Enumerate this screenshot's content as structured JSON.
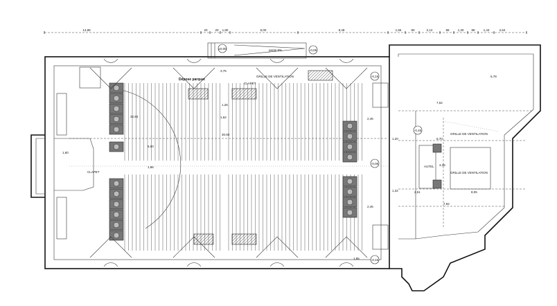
{
  "plan": {
    "top_dimensions": [
      "14,88",
      "20",
      "20",
      "1,80",
      "6,00",
      "8,48",
      "1,55",
      "80",
      "2,12",
      "88",
      "1,30",
      "88",
      "1,43",
      "2,64"
    ],
    "levels": {
      "porch": "±0,00",
      "nave_top": "-0,05",
      "side_top": "-0,15",
      "side_mid": "-0,05",
      "side_bottom": "-0,15",
      "choir": "-0,45"
    },
    "labels": {
      "ramp": "pente 8%",
      "parquet": "Dépose parquet",
      "vent_top": "GRILLE DE VENTILATION",
      "clapet_left": "CLAPET",
      "clapet_top": "CLAPET",
      "altar": "AUTEL",
      "vent_choir_1": "GRILLE DE VENTILATION",
      "vent_choir_2": "GRILLE DE VENTILATION"
    },
    "inner_dimensions": {
      "nave_width": "30,93",
      "nave_len": "32,93",
      "aisle_a": "1,26",
      "aisle_b": "1,62",
      "side_a": "2,46",
      "side_b": "2,46",
      "depth_left": "6,00",
      "depth_left2": "1,86",
      "choir_a": "6,70",
      "choir_b": "8,05",
      "choir_c": "7,52",
      "choir_d": "7,92",
      "choir_e": "2,51",
      "choir_f": "5,78",
      "choir_g": "1,20",
      "choir_h": "1,32",
      "choir_i": "3,35",
      "stair": "3,75",
      "bottom": "1,85",
      "entry": "1,60"
    }
  }
}
